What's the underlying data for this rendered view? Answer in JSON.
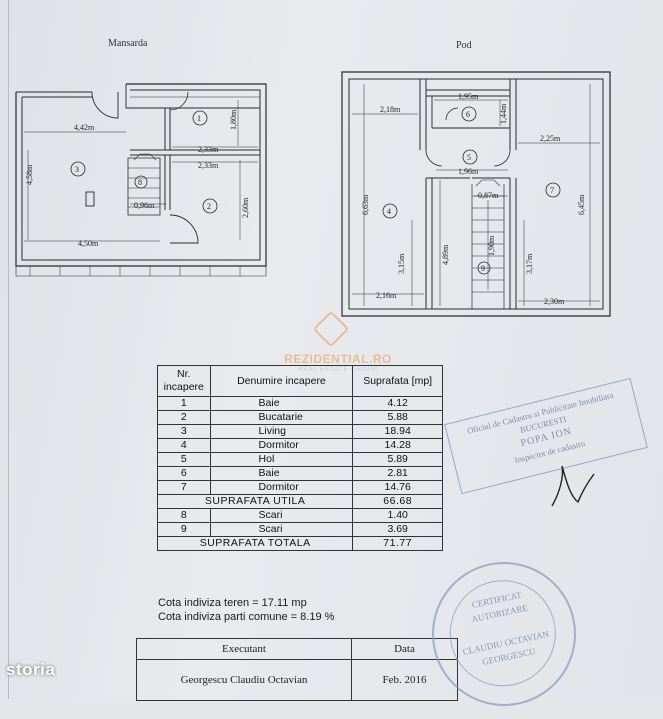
{
  "plans": {
    "mansarda": {
      "title": "Mansarda",
      "dims": [
        "4,42m",
        "4,58m",
        "2,33m",
        "1,80m",
        "2,33m",
        "2,60m",
        "0,96m",
        "4,50m"
      ],
      "room_numbers": [
        "1",
        "2",
        "3",
        "8"
      ]
    },
    "pod": {
      "title": "Pod",
      "dims": [
        "2,18m",
        "1,95m",
        "1,44m",
        "2,25m",
        "6,63m",
        "1,96m",
        "0,87m",
        "4,89m",
        "6,45m",
        "1,90m",
        "3,15m",
        "3,17m",
        "2,16m",
        "2,30m"
      ],
      "room_numbers": [
        "4",
        "5",
        "6",
        "7",
        "9"
      ]
    }
  },
  "watermark": {
    "brand": "REZIDENTIAL.RO",
    "sub": "REAL ESTATE GROUP"
  },
  "areas_table": {
    "headers": [
      "Nr. incapere",
      "Denumire incapere",
      "Suprafata [mp]"
    ],
    "rows": [
      {
        "nr": "1",
        "name": "Baie",
        "area": "4.12"
      },
      {
        "nr": "2",
        "name": "Bucatarie",
        "area": "5.88"
      },
      {
        "nr": "3",
        "name": "Living",
        "area": "18.94"
      },
      {
        "nr": "4",
        "name": "Dormitor",
        "area": "14.28"
      },
      {
        "nr": "5",
        "name": "Hol",
        "area": "5.89"
      },
      {
        "nr": "6",
        "name": "Baie",
        "area": "2.81"
      },
      {
        "nr": "7",
        "name": "Dormitor",
        "area": "14.76"
      }
    ],
    "subtotal_label": "SUPRAFATA UTILA",
    "subtotal_value": "66.68",
    "extra_rows": [
      {
        "nr": "8",
        "name": "Scari",
        "area": "1.40"
      },
      {
        "nr": "9",
        "name": "Scari",
        "area": "3.69"
      }
    ],
    "total_label": "SUPRAFATA TOTALA",
    "total_value": "71.77"
  },
  "cota": {
    "teren": "Cota indiviza teren = 17.11 mp",
    "parti": "Cota indiviza parti comune = 8.19 %"
  },
  "executant_table": {
    "col1_header": "Executant",
    "col2_header": "Data",
    "name": "Georgescu Claudiu Octavian",
    "date": "Feb. 2016"
  },
  "stamp": {
    "line1": "Oficiul de Cadastru si Publicitate Imobiliara",
    "line2": "BUCURESTI",
    "line3": "POPA ION",
    "line4": "Inspector de cadastru"
  },
  "seal": {
    "line1": "CERTIFICAT",
    "line2": "AUTORIZARE",
    "line3": "CLAUDIU OCTAVIAN",
    "line4": "GEORGESCU"
  },
  "branding": {
    "storia": "storia"
  },
  "colors": {
    "ink": "#222222",
    "paper": "#e4e6ea",
    "stamp": "#6b7ba8",
    "watermark": "#e8a766"
  }
}
